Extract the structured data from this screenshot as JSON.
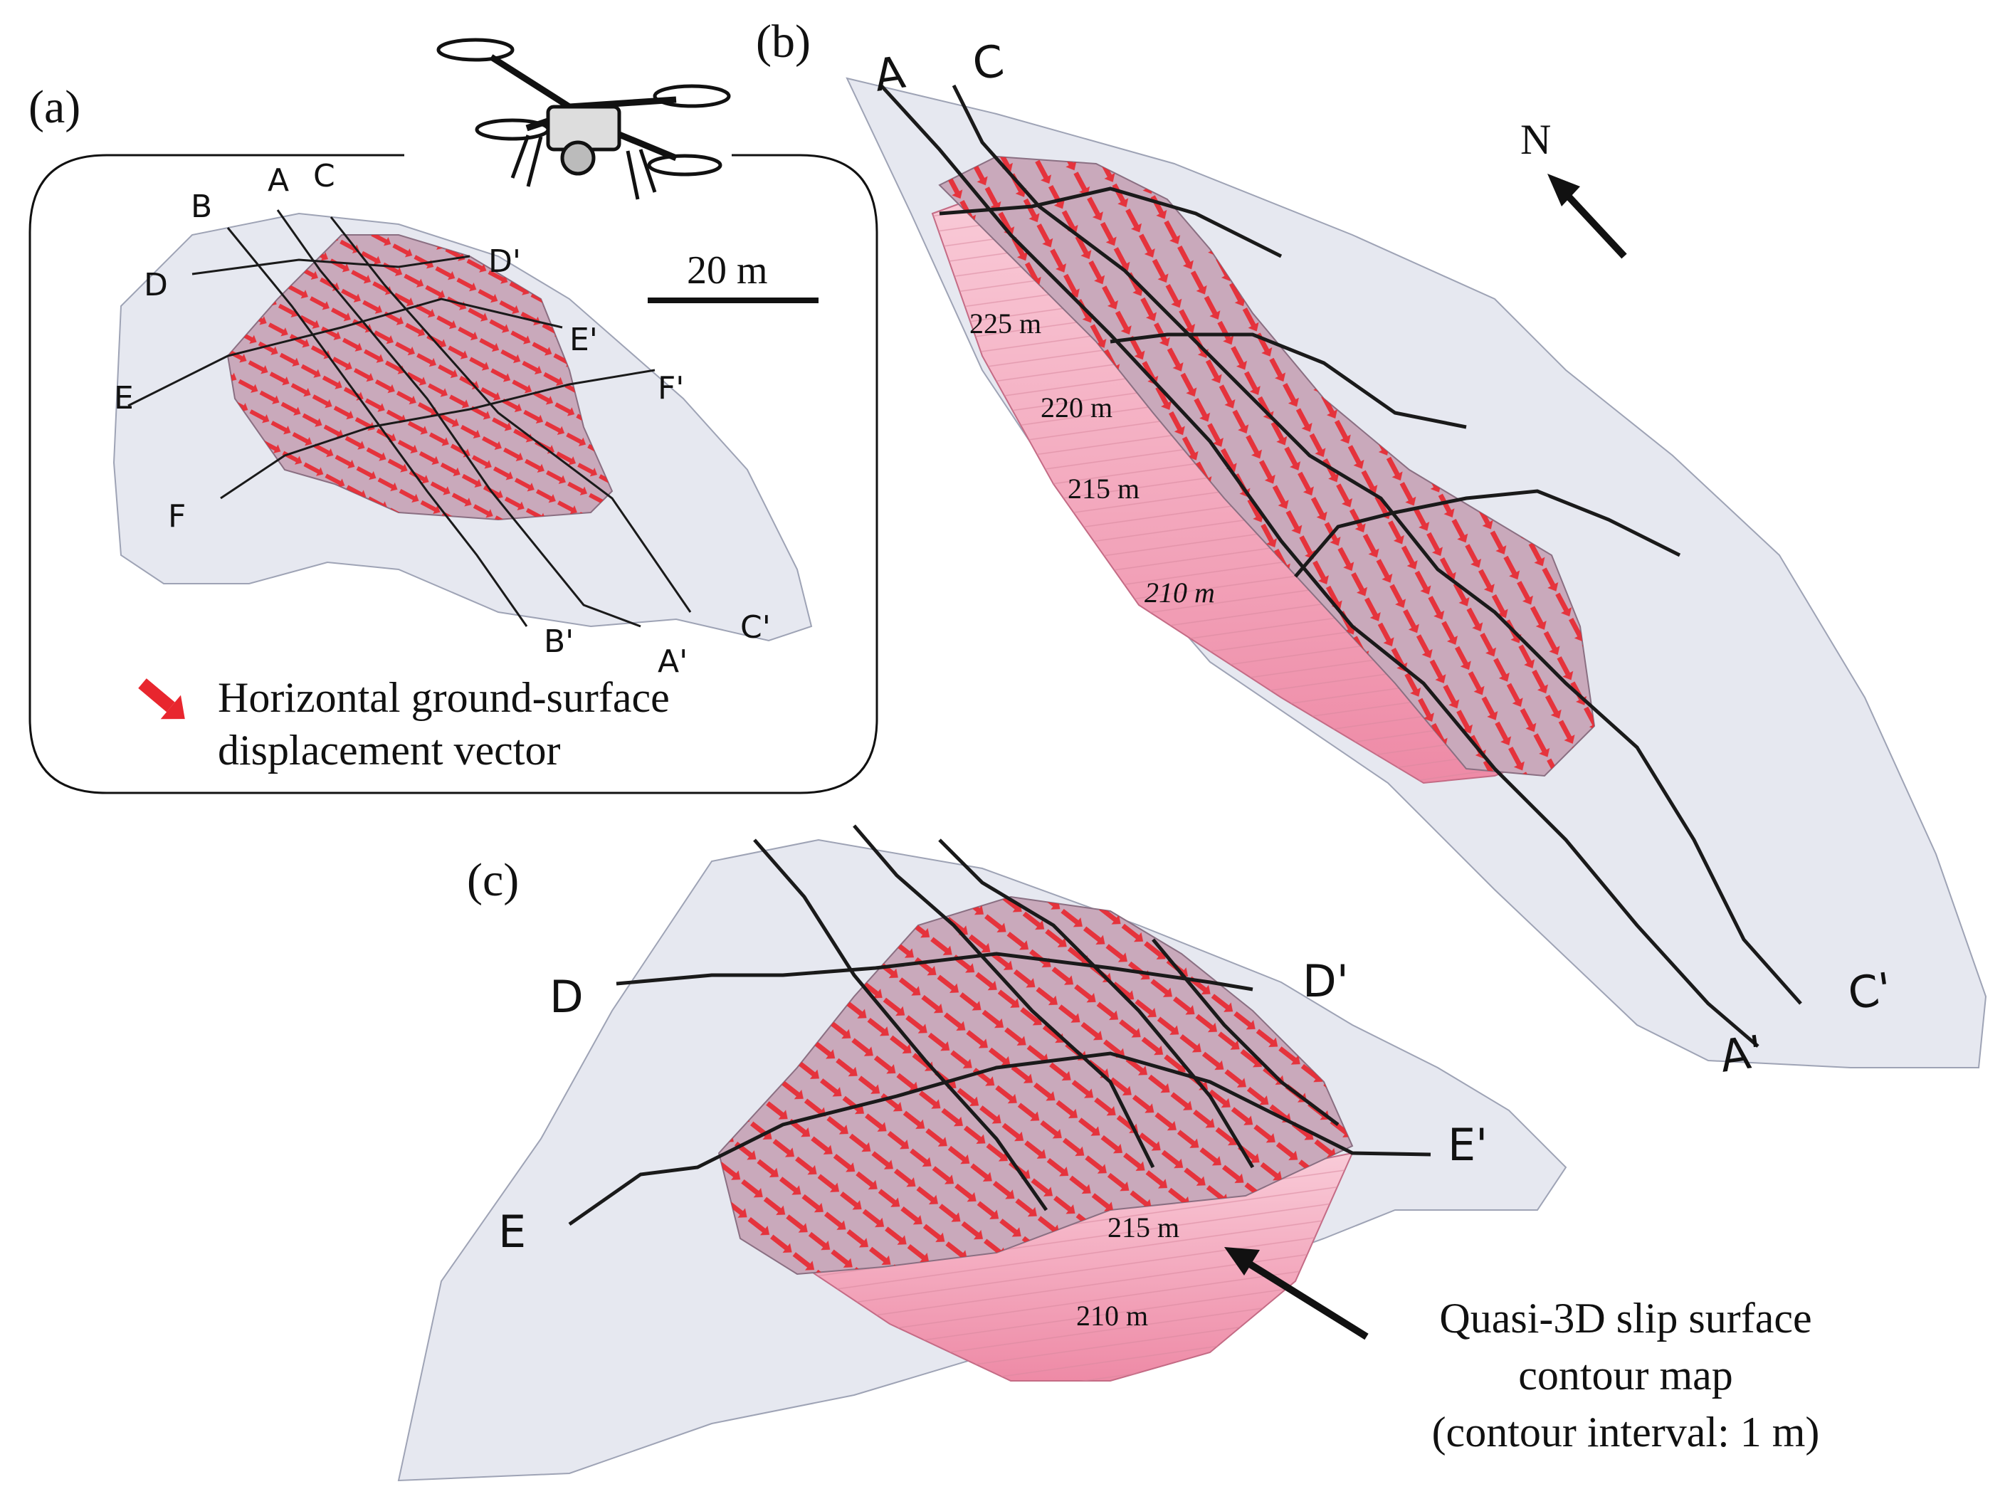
{
  "panels": {
    "a": {
      "label": "(a)",
      "scale_bar": "20 m",
      "section_labels": [
        "B",
        "A",
        "C",
        "D",
        "D'",
        "E",
        "E'",
        "F",
        "F'",
        "B'",
        "A'",
        "C'"
      ],
      "legend": {
        "line1": "Horizontal ground-surface",
        "line2": "displacement vector"
      }
    },
    "b": {
      "label": "(b)",
      "north": "N",
      "section_labels": [
        "A",
        "C",
        "A'",
        "C'"
      ],
      "contours": [
        "225 m",
        "220 m",
        "215 m",
        "210 m"
      ]
    },
    "c": {
      "label": "(c)",
      "section_labels": [
        "D",
        "D'",
        "E",
        "E'"
      ],
      "contours": [
        "215 m",
        "210 m"
      ],
      "annotation": {
        "line1": "Quasi-3D slip surface",
        "line2": "contour map",
        "line3": "(contour interval: 1 m)"
      }
    }
  },
  "colors": {
    "terrain": "#e6e8f0",
    "slip_surface": "#f3a9be",
    "slide_mass": "#b9a3b4",
    "vector": "#e8262e",
    "section_line": "#1a1a1a"
  },
  "icons": [
    "drone-icon",
    "north-arrow-icon",
    "displacement-vector-icon",
    "pointer-arrow-icon"
  ]
}
